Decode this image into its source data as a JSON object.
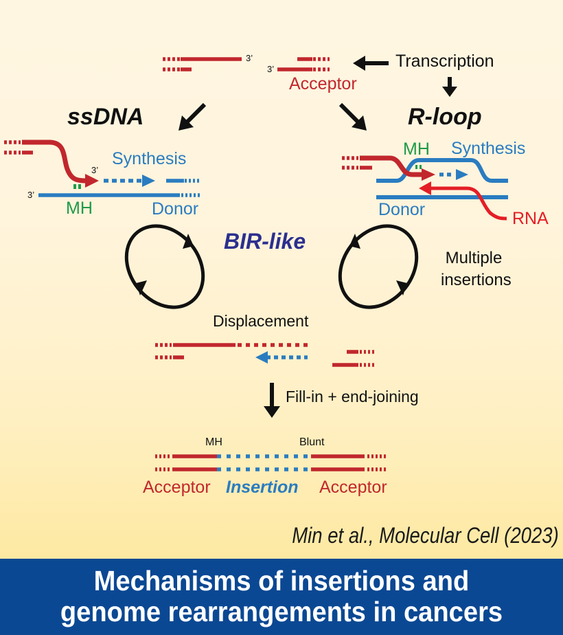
{
  "colors": {
    "acceptor_red": "#c1272d",
    "donor_blue": "#2a7cc0",
    "mh_green": "#1f9a48",
    "rna_red": "#e41e26",
    "bir_purple": "#2b2f8f",
    "banner_blue": "#0b4893",
    "background_top": "#fff6e2",
    "background_bottom": "#fde9a2"
  },
  "top": {
    "three_prime_right": "3’",
    "three_prime_left": "3’",
    "acceptor_label": "Acceptor",
    "transcription_label": "Transcription"
  },
  "pathways": {
    "ssdna_title": "ssDNA",
    "rloop_title": "R-loop",
    "bir_label": "BIR-like",
    "multiple_insertions": [
      "Multiple",
      "insertions"
    ]
  },
  "ssdna_panel": {
    "synthesis_label": "Synthesis",
    "three_prime_invading": "3’",
    "three_prime_donor": "3’",
    "mh_label": "MH",
    "donor_label": "Donor"
  },
  "rloop_panel": {
    "mh_label": "MH",
    "synthesis_label": "Synthesis",
    "donor_label": "Donor",
    "rna_label": "RNA"
  },
  "displacement": {
    "label": "Displacement",
    "step_label": "Fill-in + end-joining"
  },
  "product": {
    "mh_label": "MH",
    "blunt_label": "Blunt",
    "left_label": "Acceptor",
    "middle_label": "Insertion",
    "right_label": "Acceptor"
  },
  "citation": "Min et al., Molecular Cell (2023)",
  "banner": {
    "line1": "Mechanisms of insertions and",
    "line2": "genome rearrangements in cancers"
  }
}
